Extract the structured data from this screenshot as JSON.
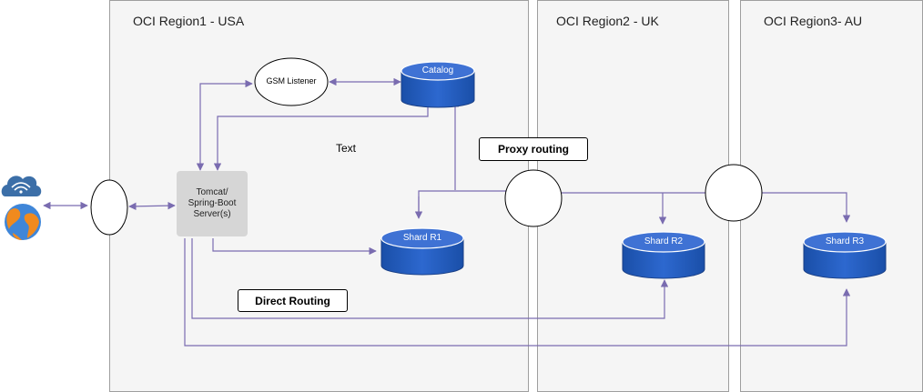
{
  "regions": {
    "usa": "OCI Region1 - USA",
    "uk": "OCI Region2 - UK",
    "au": "OCI Region3- AU"
  },
  "nodes": {
    "gsm_listener": "GSM Listener",
    "catalog": "Catalog",
    "server": "Tomcat/ Spring-Boot Server(s)",
    "server_lines": [
      "Tomcat/",
      "Spring-Boot",
      "Server(s)"
    ],
    "shard_r1": "Shard R1",
    "shard_r2": "Shard R2",
    "shard_r3": "Shard R3"
  },
  "labels": {
    "proxy_routing": "Proxy routing",
    "direct_routing": "Direct Routing",
    "text": "Text"
  },
  "colors": {
    "arrow": "#7a6cb0",
    "cylinder_top": "#3f6fd1",
    "cylinder_body": "#1f57b4",
    "region_bg": "#f5f5f5"
  },
  "icons": {
    "client": "cloud-wifi-icon",
    "globe": "globe-icon"
  }
}
